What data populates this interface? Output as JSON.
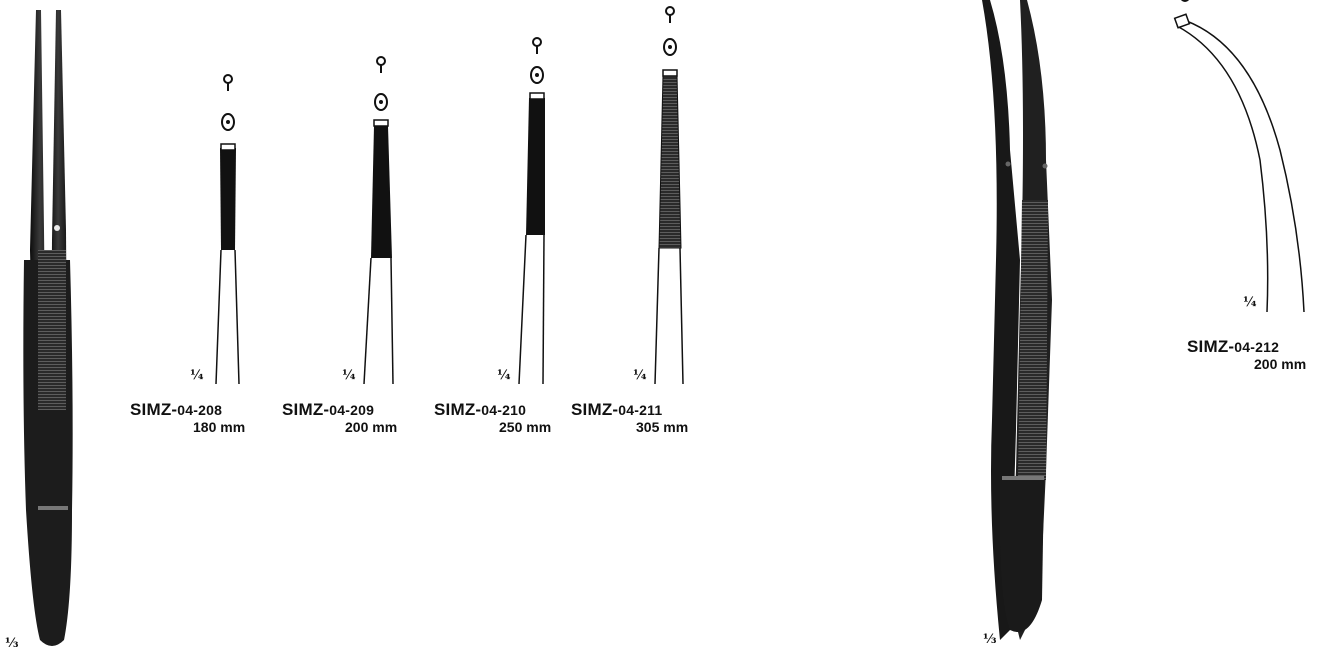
{
  "main_scale": "⅓",
  "detail_scale": "¼",
  "straight_items": [
    {
      "code_prefix": "SIMZ-",
      "code_number": "04-208",
      "length": "180 mm"
    },
    {
      "code_prefix": "SIMZ-",
      "code_number": "04-209",
      "length": "200 mm"
    },
    {
      "code_prefix": "SIMZ-",
      "code_number": "04-210",
      "length": "250 mm"
    },
    {
      "code_prefix": "SIMZ-",
      "code_number": "04-211",
      "length": "305 mm"
    }
  ],
  "curved_item": {
    "code_prefix": "SIMZ-",
    "code_number": "04-212",
    "length": "200 mm"
  },
  "instrument_color": "#1a1a1a",
  "background_color": "#ffffff"
}
